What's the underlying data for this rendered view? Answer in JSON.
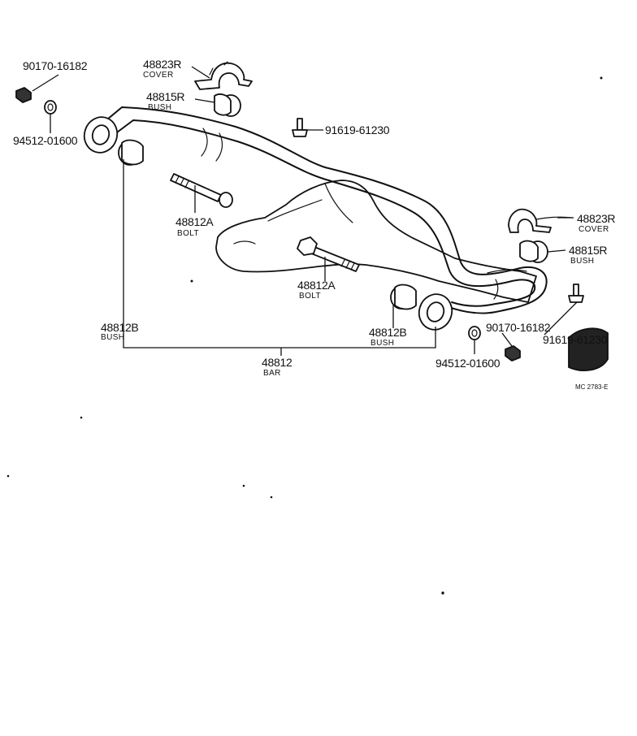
{
  "labels": {
    "nut_left_pn": "90170-16182",
    "washer_left_pn": "94512-01600",
    "cover_top_pn": "48823R",
    "cover_top_name": "COVER",
    "bush_top_pn": "48815R",
    "bush_top_name": "BUSH",
    "bolt_top_pn": "91619-61230",
    "bolt_a_left_pn": "48812A",
    "bolt_a_left_name": "BOLT",
    "bolt_a_mid_pn": "48812A",
    "bolt_a_mid_name": "BOLT",
    "bush_b_left_pn": "48812B",
    "bush_b_left_name": "BUSH",
    "bar_pn": "48812",
    "bar_name": "BAR",
    "bush_b_right_pn": "48812B",
    "bush_b_right_name": "BUSH",
    "washer_right_pn": "94512-01600",
    "nut_right_pn": "90170-16182",
    "bolt_right_pn": "91619-61230",
    "cover_right_pn": "48823R",
    "cover_right_name": "COVER",
    "bush_right_pn": "48815R",
    "bush_right_name": "BUSH",
    "diagram_code": "MC 2783-E"
  }
}
